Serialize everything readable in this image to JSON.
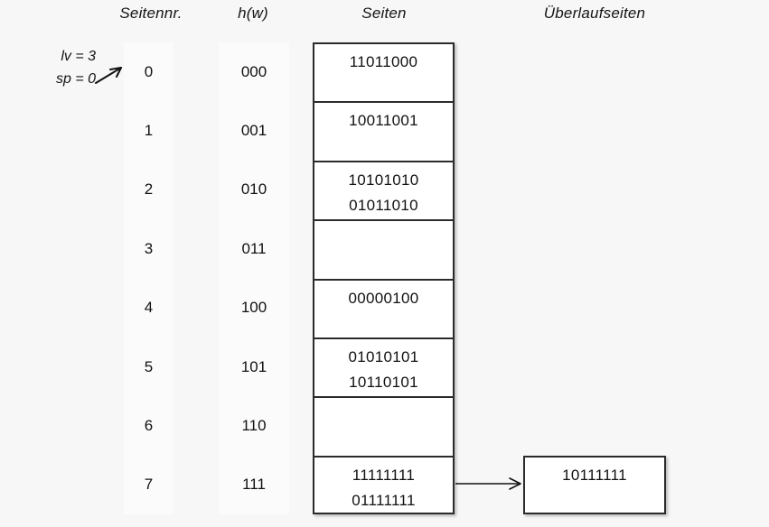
{
  "background_color": "#f7f7f7",
  "ink_color": "#111111",
  "headers": {
    "seitennr": "Seitennr.",
    "hw": "h(w)",
    "seiten": "Seiten",
    "ueberlaufseiten": "Überlaufseiten"
  },
  "annotations": {
    "lv": "lv = 3",
    "sp": "sp = 0",
    "pointer_icon": "arrow-up-right-icon",
    "pointer_target": "row 0"
  },
  "rows": [
    {
      "seitennr": "0",
      "hw": "000",
      "entries": [
        "11011000"
      ]
    },
    {
      "seitennr": "1",
      "hw": "001",
      "entries": [
        "10011001"
      ]
    },
    {
      "seitennr": "2",
      "hw": "010",
      "entries": [
        "10101010",
        "01011010"
      ]
    },
    {
      "seitennr": "3",
      "hw": "011",
      "entries": []
    },
    {
      "seitennr": "4",
      "hw": "100",
      "entries": [
        "00000100"
      ]
    },
    {
      "seitennr": "5",
      "hw": "101",
      "entries": [
        "01010101",
        "10110101"
      ]
    },
    {
      "seitennr": "6",
      "hw": "110",
      "entries": []
    },
    {
      "seitennr": "7",
      "hw": "111",
      "entries": [
        "11111111",
        "01111111"
      ]
    }
  ],
  "overflow": {
    "from_row": "7",
    "entries": [
      "10111111"
    ],
    "entry": "10111111",
    "arrow_icon": "arrow-right-icon"
  }
}
